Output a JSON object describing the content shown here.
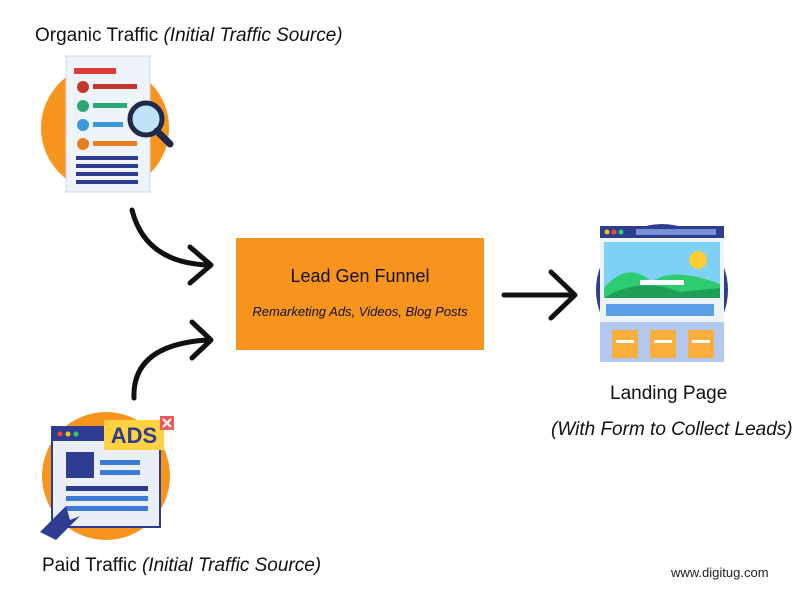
{
  "organic": {
    "label": "Organic Traffic",
    "note": "(Initial Traffic Source)",
    "icon": "search-document-icon"
  },
  "paid": {
    "label": "Paid Traffic",
    "note": "(Initial Traffic Source)",
    "icon": "ads-browser-icon",
    "ads_text": "ADS"
  },
  "funnel": {
    "title": "Lead Gen Funnel",
    "subtitle": "Remarketing Ads, Videos, Blog Posts"
  },
  "landing": {
    "label": "Landing Page",
    "note": "(With Form to Collect Leads)",
    "icon": "landing-page-icon"
  },
  "watermark": "www.digitug.com",
  "colors": {
    "orange": "#f7941d",
    "navy": "#2e3d8f",
    "blue": "#3a7bd5",
    "arrow": "#111111"
  }
}
